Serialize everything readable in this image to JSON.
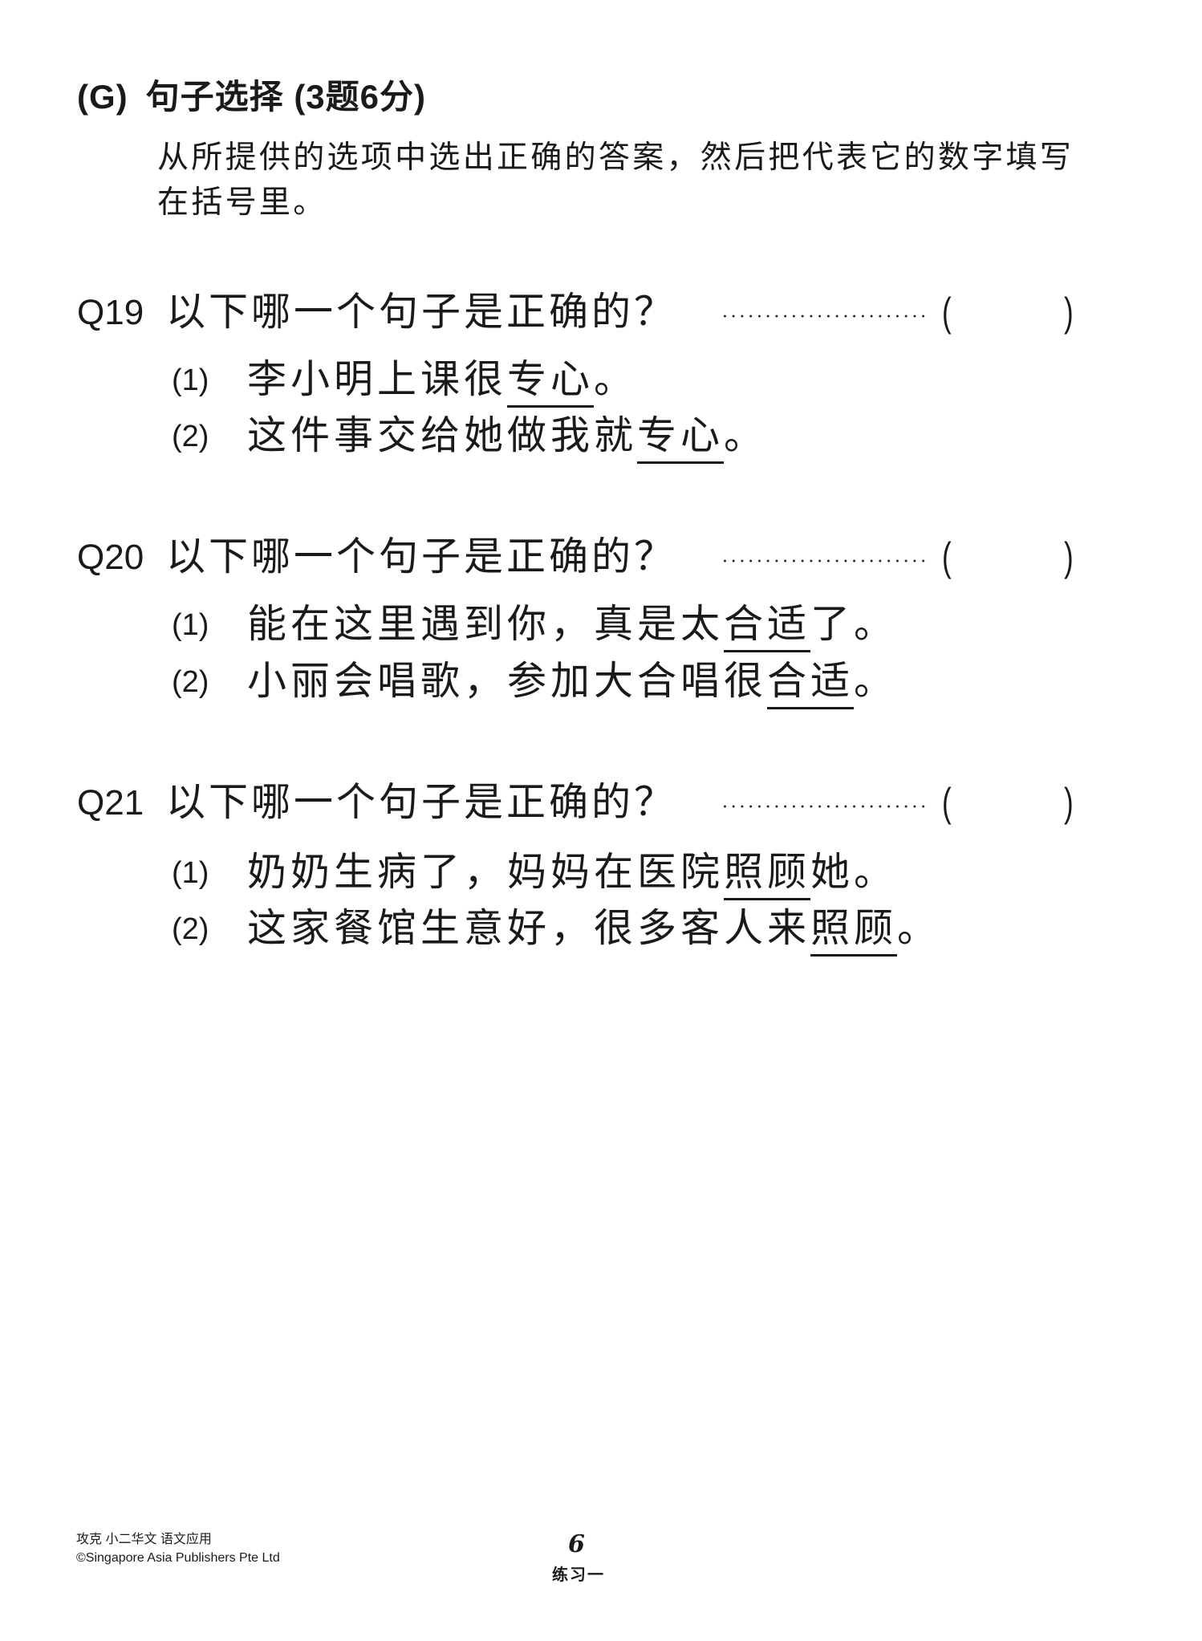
{
  "section": {
    "code": "(G)",
    "title": "句子选择 (3题6分)",
    "instructions": [
      "从所提供的选项中选出正确的答案，然后把代表它的数字填写",
      "在括号里。"
    ]
  },
  "questions": [
    {
      "number": "Q19",
      "prompt": "以下哪一个句子是正确的？",
      "answer_open": "(",
      "answer_close": ")",
      "answer_value": "",
      "options": [
        {
          "label": "(1)",
          "before": "李小明上课很",
          "underlined": "专心",
          "after": "。"
        },
        {
          "label": "(2)",
          "before": "这件事交给她做我就",
          "underlined": "专心",
          "after": "。"
        }
      ]
    },
    {
      "number": "Q20",
      "prompt": "以下哪一个句子是正确的？",
      "answer_open": "(",
      "answer_close": ")",
      "answer_value": "",
      "options": [
        {
          "label": "(1)",
          "before": "能在这里遇到你，真是太",
          "underlined": "合适",
          "after": "了。"
        },
        {
          "label": "(2)",
          "before": "小丽会唱歌，参加大合唱很",
          "underlined": "合适",
          "after": "。"
        }
      ]
    },
    {
      "number": "Q21",
      "prompt": "以下哪一个句子是正确的？",
      "answer_open": "(",
      "answer_close": ")",
      "answer_value": "",
      "options": [
        {
          "label": "(1)",
          "before": "奶奶生病了，妈妈在医院",
          "underlined": "照顾",
          "after": "她。"
        },
        {
          "label": "(2)",
          "before": "这家餐馆生意好，很多客人来",
          "underlined": "照顾",
          "after": "。"
        }
      ]
    }
  ],
  "footer": {
    "book_title": "攻克 小二华文 语文应用",
    "copyright": "©Singapore Asia Publishers Pte Ltd",
    "page_number": "6",
    "exercise_label": "练习一"
  }
}
